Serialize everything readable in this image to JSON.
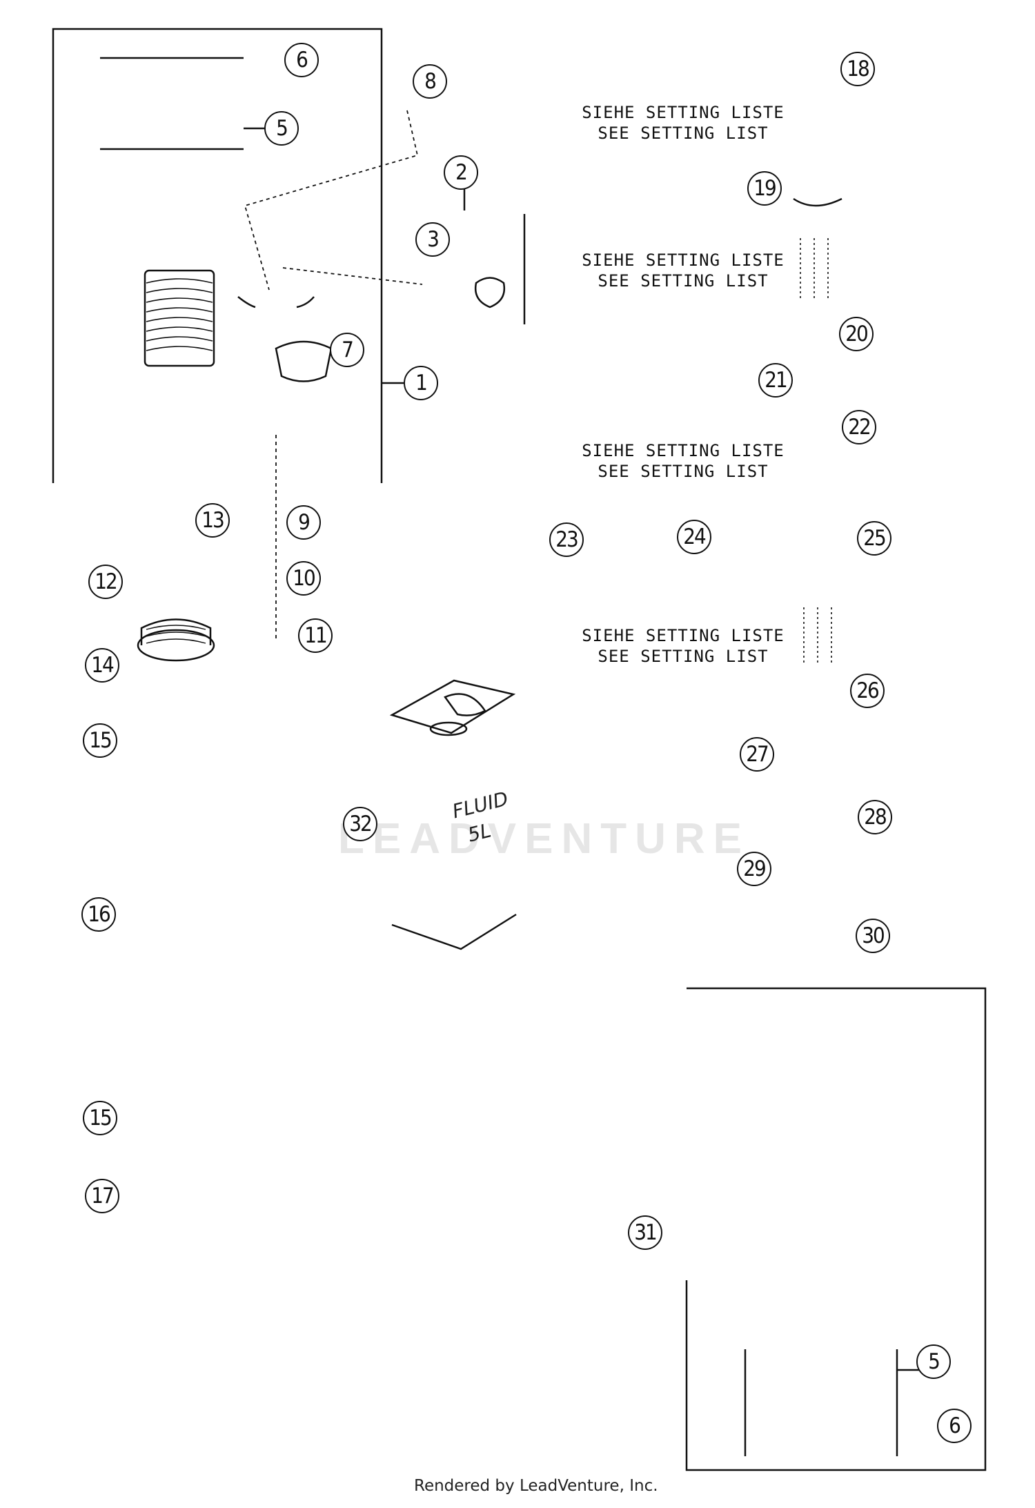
{
  "callouts": [
    {
      "label": "1"
    },
    {
      "label": "2"
    },
    {
      "label": "3"
    },
    {
      "label": "5"
    },
    {
      "label": "6"
    },
    {
      "label": "7"
    },
    {
      "label": "8"
    },
    {
      "label": "9"
    },
    {
      "label": "10"
    },
    {
      "label": "11"
    },
    {
      "label": "12"
    },
    {
      "label": "13"
    },
    {
      "label": "14"
    },
    {
      "label": "15"
    },
    {
      "label": "15"
    },
    {
      "label": "16"
    },
    {
      "label": "17"
    },
    {
      "label": "18"
    },
    {
      "label": "19"
    },
    {
      "label": "20"
    },
    {
      "label": "21"
    },
    {
      "label": "22"
    },
    {
      "label": "23"
    },
    {
      "label": "24"
    },
    {
      "label": "25"
    },
    {
      "label": "26"
    },
    {
      "label": "27"
    },
    {
      "label": "28"
    },
    {
      "label": "29"
    },
    {
      "label": "30"
    },
    {
      "label": "31"
    },
    {
      "label": "32"
    },
    {
      "label": "5"
    },
    {
      "label": "6"
    }
  ],
  "setting_note": {
    "line1": "SIEHE SETTING LISTE",
    "line2": "SEE SETTING LIST"
  },
  "container_label": {
    "line1": "FLUID",
    "line2": "5L"
  },
  "watermark": "LEADVENTURE",
  "credit": "Rendered by LeadVenture, Inc."
}
